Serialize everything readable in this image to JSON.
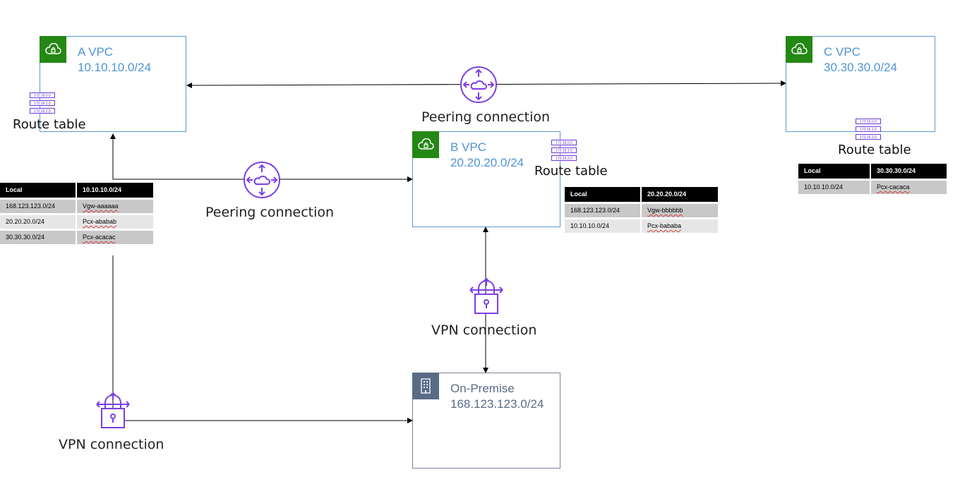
{
  "vpcs": {
    "a": {
      "name": "A VPC",
      "cidr": "10.10.10.0/24",
      "icon": "vpc-cloud-lock-icon"
    },
    "b": {
      "name": "B VPC",
      "cidr": "20.20.20.0/24",
      "icon": "vpc-cloud-lock-icon"
    },
    "c": {
      "name": "C VPC",
      "cidr": "30.30.30.0/24",
      "icon": "vpc-cloud-lock-icon"
    },
    "onprem": {
      "name": "On-Premise",
      "cidr": "168.123.123.0/24",
      "icon": "building-icon"
    }
  },
  "connections": {
    "peering_ac": "Peering connection",
    "peering_ab": "Peering connection",
    "vpn_b": "VPN connection",
    "vpn_a": "VPN connection"
  },
  "route_table_label": "Route table",
  "route_icon_rows": [
    "172.16.0.0",
    "172.16.1.0",
    "172.16.2.0"
  ],
  "route_tables": {
    "a": {
      "header": [
        "Local",
        "10.10.10.0/24"
      ],
      "rows": [
        [
          "168.123.123.0/24",
          "Vgw-aaaaaa"
        ],
        [
          "20.20.20.0/24",
          "Pcx-ababab"
        ],
        [
          "30.30.30.0/24",
          "Pcx-acacac"
        ]
      ]
    },
    "b": {
      "header": [
        "Local",
        "20.20.20.0/24"
      ],
      "rows": [
        [
          "168.123.123.0/24",
          "Vgw-bbbbbb"
        ],
        [
          "10.10.10.0/24",
          "Pcx-bababa"
        ]
      ]
    },
    "c": {
      "header": [
        "Local",
        "30.30.30.0/24"
      ],
      "rows": [
        [
          "10.10.10.0/24",
          "Pcx-cacaca"
        ]
      ]
    }
  },
  "colors": {
    "vpc_badge": "#248814",
    "vpc_border": "#5a9bd4",
    "vpc_text": "#4f94d3",
    "onprem_badge": "#5a6b86",
    "connector_icon": "#7b3fe4"
  }
}
